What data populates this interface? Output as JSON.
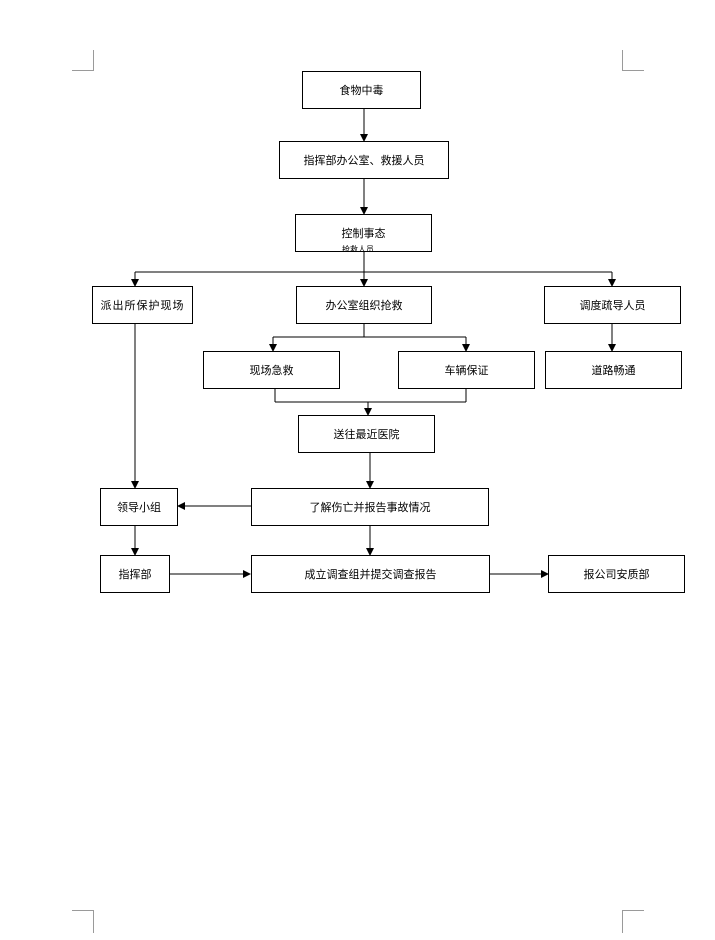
{
  "nodes": {
    "food_poisoning": "食物中毒",
    "command_office_rescue": "指挥部办公室、救援人员",
    "control_situation": "控制事态",
    "police_protect_scene": "派出所保护现场",
    "office_organize_rescue": "办公室组织抢救",
    "dispatch_guide_staff": "调度疏导人员",
    "onsite_first_aid": "现场急救",
    "vehicle_guarantee": "车辆保证",
    "road_clear": "道路畅通",
    "send_nearest_hospital": "送往最近医院",
    "leader_group": "领导小组",
    "investigate_report": "了解伤亡并报告事故情况",
    "command_dept": "指挥部",
    "establish_investigation": "成立调查组并提交调查报告",
    "report_safety_dept": "报公司安质部"
  },
  "overlap_fragment": "抢救人员"
}
